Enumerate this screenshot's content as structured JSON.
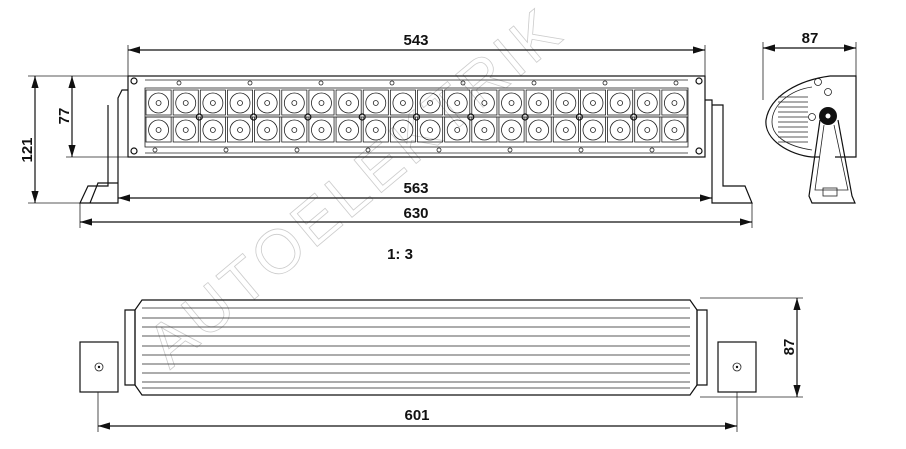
{
  "dimensions": {
    "front_led_length": "543",
    "front_mount_span": "563",
    "front_total_length": "630",
    "front_total_height": "121",
    "front_body_height": "77",
    "side_depth": "87",
    "bottom_height": "87",
    "bottom_length": "601"
  },
  "scale": "1: 3",
  "watermark": "AUTOELEKTRIK",
  "leds_per_row": 20,
  "led_rows": 2
}
